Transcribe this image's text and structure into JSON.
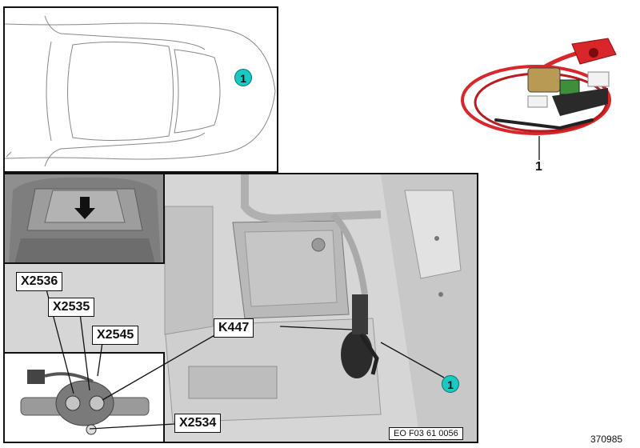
{
  "callout_number": "1",
  "part_label": "1",
  "connectors": {
    "x2536": "X2536",
    "x2535": "X2535",
    "x2545": "X2545",
    "k447": "K447",
    "x2534": "X2534"
  },
  "drawing_code": "EO F03 61 0056",
  "image_number": "370985",
  "colors": {
    "callout_fill": "#19c9c4",
    "cable_red": "#d8262a"
  }
}
